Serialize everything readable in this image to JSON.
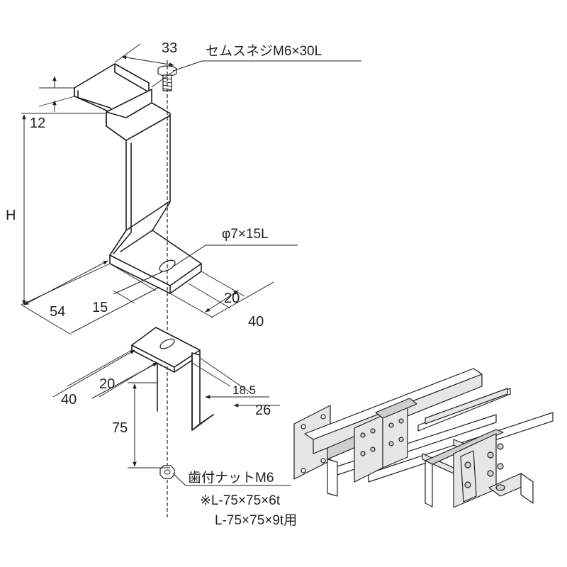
{
  "dimensions": {
    "top_width": "33",
    "flange": "12",
    "height": "H",
    "base_depth": "54",
    "slot_offset": "15",
    "base_width_inner": "20",
    "base_width": "40",
    "nut_depth": "40",
    "nut_inner": "20",
    "leg_inner": "18.5",
    "leg_width": "26",
    "leg_height": "75"
  },
  "callouts": {
    "screw": "セムスネジM6×30L",
    "slot": "φ7×15L",
    "nut": "歯付ナットM6",
    "note_line1": "※L-75×75×6t",
    "note_line2": "L-75×75×9t用"
  }
}
